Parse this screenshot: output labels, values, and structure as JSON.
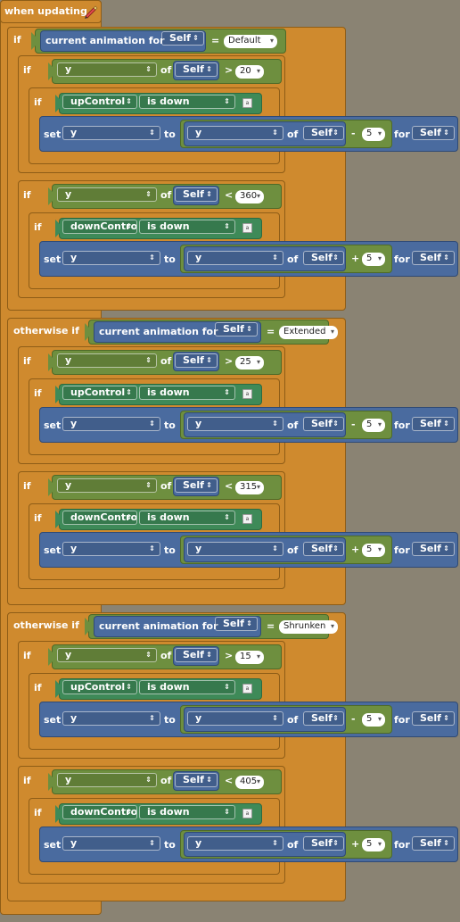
{
  "event": {
    "label": "when updating"
  },
  "labels": {
    "if": "if",
    "otherwise_if": "otherwise if",
    "current_animation_for": "current animation for",
    "of": "of",
    "set": "set",
    "to": "to",
    "for": "for",
    "is_down": "is down",
    "equals": "="
  },
  "icons": {
    "event": "pencil-icon",
    "key_toggle": "key-toggle-icon",
    "dropdown": "dropdown-arrow-icon"
  },
  "branches": [
    {
      "keyword": "if",
      "self": "Self",
      "animation": "Default",
      "groups": [
        {
          "op": ">",
          "limit": "20",
          "control": "upControl",
          "math_op": "-",
          "step": "5",
          "prop": "y",
          "self": "Self"
        },
        {
          "op": "<",
          "limit": "360",
          "control": "downControl",
          "math_op": "+",
          "step": "5",
          "prop": "y",
          "self": "Self"
        }
      ]
    },
    {
      "keyword": "otherwise if",
      "self": "Self",
      "animation": "Extended",
      "groups": [
        {
          "op": ">",
          "limit": "25",
          "control": "upControl",
          "math_op": "-",
          "step": "5",
          "prop": "y",
          "self": "Self"
        },
        {
          "op": "<",
          "limit": "315",
          "control": "downControl",
          "math_op": "+",
          "step": "5",
          "prop": "y",
          "self": "Self"
        }
      ]
    },
    {
      "keyword": "otherwise if",
      "self": "Self",
      "animation": "Shrunken",
      "groups": [
        {
          "op": ">",
          "limit": "15",
          "control": "upControl",
          "math_op": "-",
          "step": "5",
          "prop": "y",
          "self": "Self"
        },
        {
          "op": "<",
          "limit": "405",
          "control": "downControl",
          "math_op": "+",
          "step": "5",
          "prop": "y",
          "self": "Self"
        }
      ]
    }
  ]
}
